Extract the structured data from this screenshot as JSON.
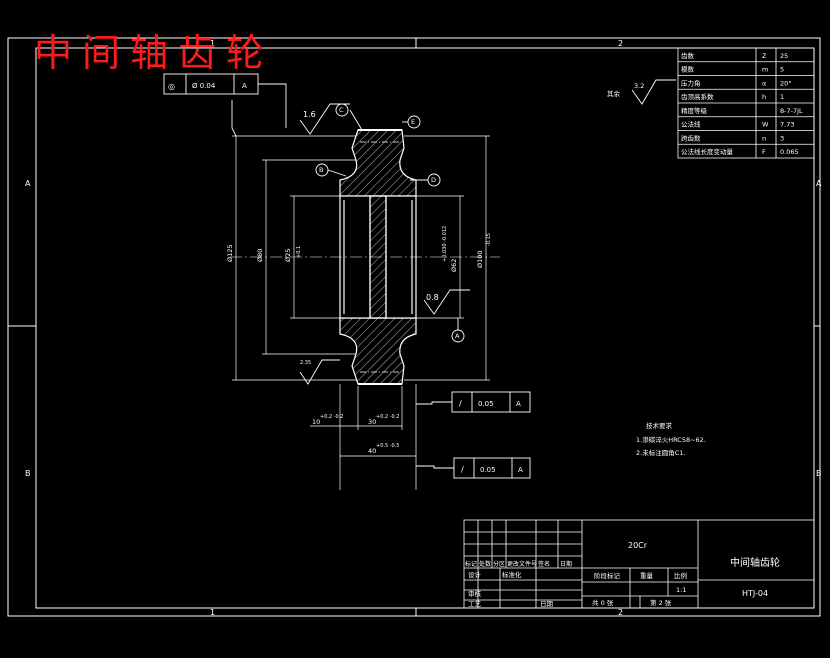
{
  "drawing": {
    "red_title": "中间轴齿轮",
    "zone_labels": {
      "top": [
        "1",
        "2"
      ],
      "bottom": [
        "1",
        "2"
      ],
      "left": [
        "A",
        "B"
      ],
      "right": [
        "A",
        "B"
      ]
    },
    "datum_letters": {
      "c": "C",
      "e": "E",
      "b": "B",
      "d": "D",
      "a": "A"
    },
    "roughness": {
      "left": "1.6",
      "right": "0.8",
      "bottom": "2.35",
      "corner_value": "3.2",
      "corner_label": "其余"
    },
    "tolerances": {
      "top": {
        "symbol": "◎",
        "value": "Ø 0.04",
        "datum": "A"
      },
      "mid": {
        "symbol": "/",
        "value": "0.05",
        "datum": "A"
      },
      "bottom": {
        "symbol": "/",
        "value": "0.05",
        "datum": "A"
      }
    },
    "dimensions": {
      "d_outer": "Ø125",
      "d_rim": "Ø80",
      "d_root": "Ø25",
      "d_root_tol": "+0.1",
      "d_right_a": "Ø62",
      "d_right_a_tol": "+0.030 -0.012",
      "d_right_b": "Ø100",
      "d_right_b_tol": "-0.15",
      "w1": "10",
      "w1_tol": "+0.2 -0.2",
      "w2": "30",
      "w2_tol": "+0.2 -0.2",
      "w3": "40",
      "w3_tol": "+0.5 -0.5"
    },
    "tech_notes": {
      "heading": "技术要求",
      "lines": [
        "1.渗碳淬火HRC58~62.",
        "2.未标注圆角C1."
      ]
    }
  },
  "params_table": [
    {
      "name": "齿数",
      "sym": "Z",
      "val": "25"
    },
    {
      "name": "模数",
      "sym": "m",
      "val": "5"
    },
    {
      "name": "压力角",
      "sym": "α",
      "val": "20°"
    },
    {
      "name": "齿顶高系数",
      "sym": "h",
      "val": "1"
    },
    {
      "name": "精度等级",
      "sym": "",
      "val": "8-7-7JL"
    },
    {
      "name": "公法线",
      "sym": "W",
      "val": "7.73"
    },
    {
      "name": "跨齿数",
      "sym": "n",
      "val": "3"
    },
    {
      "name": "公法线长度变动量",
      "sym": "F",
      "val": "0.065"
    }
  ],
  "title_block": {
    "material": "20Cr",
    "name": "中间轴齿轮",
    "code": "HTJ-04",
    "col_headers": [
      "标记",
      "处数",
      "分区",
      "更改文件号",
      "签名",
      "日期"
    ],
    "design": "设计",
    "standardize": "标准化",
    "review": "审核",
    "process": "工艺",
    "date": "日期",
    "stage_marks": "阶段标记",
    "weight": "重量",
    "scale_label": "比例",
    "scale": "1:1",
    "sheets_total": "共 0 张",
    "sheet_no": "第 2 张"
  }
}
